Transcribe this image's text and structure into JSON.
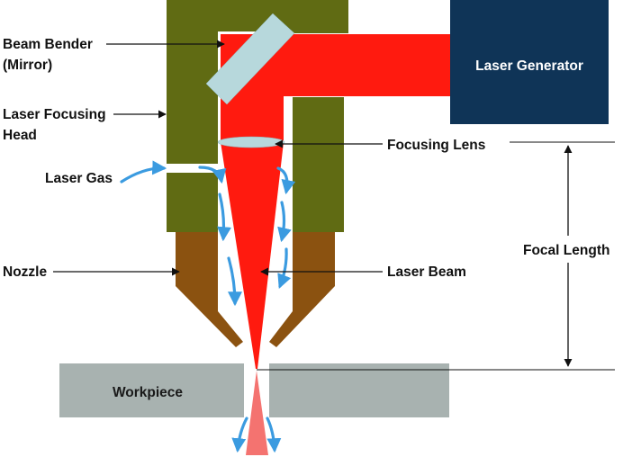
{
  "labels": {
    "beam_bender_line1": "Beam Bender",
    "beam_bender_line2": "(Mirror)",
    "focusing_head_line1": "Laser Focusing",
    "focusing_head_line2": "Head",
    "laser_gas": "Laser Gas",
    "nozzle": "Nozzle",
    "laser_generator": "Laser Generator",
    "focusing_lens": "Focusing Lens",
    "focal_length": "Focal Length",
    "laser_beam": "Laser Beam",
    "workpiece": "Workpiece"
  },
  "colors": {
    "head": "#606b13",
    "nozzle": "#8b5210",
    "laser": "#ff1a0f",
    "laser_exit": "#f47370",
    "generator": "#0f3457",
    "mirror": "#b7d8dc",
    "lens": "#b7d8dc",
    "workpiece": "#a8b2b0",
    "gas_arrow": "#3b9be0",
    "leader": "#111111"
  },
  "icons": {
    "gas_flow": "curved-arrow-icon",
    "leader": "arrow-icon"
  }
}
